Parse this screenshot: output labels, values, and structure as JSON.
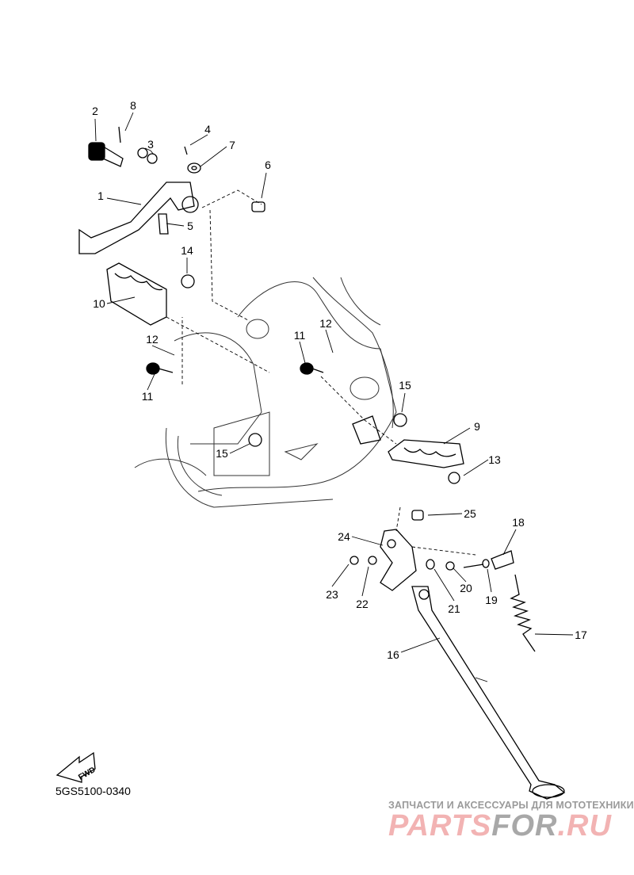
{
  "diagram": {
    "code": "5GS5100-0340",
    "fwd_label": "FWD",
    "callouts": [
      "1",
      "2",
      "3",
      "4",
      "5",
      "6",
      "7",
      "8",
      "9",
      "10",
      "11",
      "11",
      "12",
      "12",
      "13",
      "14",
      "15",
      "15",
      "16",
      "17",
      "18",
      "19",
      "20",
      "21",
      "22",
      "23",
      "24",
      "25"
    ]
  },
  "watermark": {
    "subtitle": "ЗАПЧАСТИ И АКСЕССУАРЫ ДЛЯ МОТОТЕХНИКИ",
    "brand_part1": "PARTS",
    "brand_part2": "FOR",
    "brand_part3": ".RU",
    "colors": {
      "pink": "#f2b3b3",
      "gray": "#a8a8a8"
    }
  }
}
